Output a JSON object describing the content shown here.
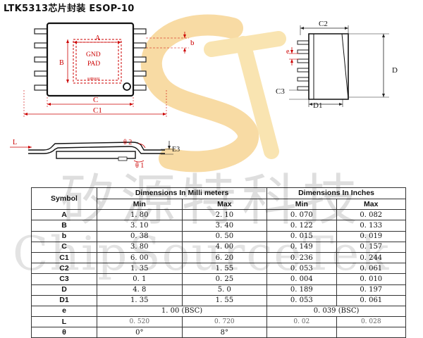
{
  "title": "LTK5313芯片封装 ESOP-10",
  "drawing": {
    "top_view": {
      "labels": {
        "A": "A",
        "B": "B",
        "C": "C",
        "C1": "C1",
        "b": "b"
      },
      "pad_text": [
        "GND",
        "PAD"
      ],
      "mark_text": "砂源特科技"
    },
    "side_view": {
      "labels": {
        "C2": "C2",
        "e": "e",
        "D": "D",
        "C3": "C3",
        "D1": "D1"
      }
    },
    "profile_view": {
      "labels": {
        "L": "L",
        "theta2": "θ 2",
        "theta1": "θ 1",
        "E3": "E3"
      }
    }
  },
  "watermark": {
    "chinese": "矽源特科技",
    "english": "ChipSourceTek",
    "logo_colors": [
      "#f7c87a",
      "#f6d98f"
    ]
  },
  "table": {
    "headers": {
      "symbol": "Symbol",
      "mm_group": "Dimensions In Milli meters",
      "in_group": "Dimensions In Inches",
      "min": "Min",
      "max": "Max"
    },
    "rows": [
      {
        "symbol": "A",
        "mm_min": "1. 80",
        "mm_max": "2. 10",
        "in_min": "0. 070",
        "in_max": "0. 082"
      },
      {
        "symbol": "B",
        "mm_min": "3. 10",
        "mm_max": "3. 40",
        "in_min": "0. 122",
        "in_max": "0. 133"
      },
      {
        "symbol": "b",
        "mm_min": "0. 38",
        "mm_max": "0. 50",
        "in_min": "0. 015",
        "in_max": "0. 019"
      },
      {
        "symbol": "C",
        "mm_min": "3. 80",
        "mm_max": "4. 00",
        "in_min": "0. 149",
        "in_max": "0. 157"
      },
      {
        "symbol": "C1",
        "mm_min": "6. 00",
        "mm_max": "6. 20",
        "in_min": "0. 236",
        "in_max": "0. 244"
      },
      {
        "symbol": "C2",
        "mm_min": "1. 35",
        "mm_max": "1. 55",
        "in_min": "0. 053",
        "in_max": "0. 061"
      },
      {
        "symbol": "C3",
        "mm_min": "0. 1",
        "mm_max": "0. 25",
        "in_min": "0. 004",
        "in_max": "0. 010"
      },
      {
        "symbol": "D",
        "mm_min": "4. 8",
        "mm_max": "5. 0",
        "in_min": "0. 189",
        "in_max": "0. 197"
      },
      {
        "symbol": "D1",
        "mm_min": "1. 35",
        "mm_max": "1. 55",
        "in_min": "0. 053",
        "in_max": "0. 061"
      }
    ],
    "row_e": {
      "symbol": "e",
      "mm_bsc": "1. 00 (BSC)",
      "in_bsc": "0. 039 (BSC)"
    },
    "row_L": {
      "symbol": "L",
      "mm_min": "0. 520",
      "mm_max": "0. 720",
      "in_min": "0. 02",
      "in_max": "0. 028"
    },
    "row_theta": {
      "symbol": "θ",
      "min": "0°",
      "max": "8°"
    }
  }
}
